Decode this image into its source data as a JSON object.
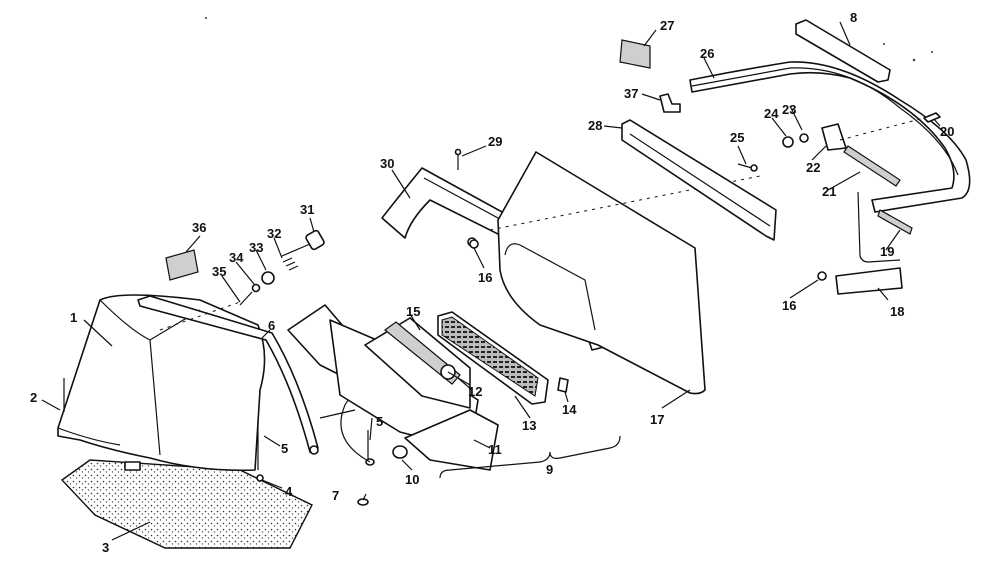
{
  "diagram": {
    "callouts": [
      {
        "id": "1",
        "text": "1"
      },
      {
        "id": "2",
        "text": "2"
      },
      {
        "id": "3",
        "text": "3"
      },
      {
        "id": "4",
        "text": "4"
      },
      {
        "id": "5a",
        "text": "5"
      },
      {
        "id": "5b",
        "text": "5"
      },
      {
        "id": "6",
        "text": "6"
      },
      {
        "id": "7",
        "text": "7"
      },
      {
        "id": "8",
        "text": "8"
      },
      {
        "id": "9",
        "text": "9"
      },
      {
        "id": "10",
        "text": "10"
      },
      {
        "id": "11",
        "text": "11"
      },
      {
        "id": "12",
        "text": "12"
      },
      {
        "id": "13",
        "text": "13"
      },
      {
        "id": "14",
        "text": "14"
      },
      {
        "id": "15",
        "text": "15"
      },
      {
        "id": "16a",
        "text": "16"
      },
      {
        "id": "16b",
        "text": "16"
      },
      {
        "id": "17",
        "text": "17"
      },
      {
        "id": "18",
        "text": "18"
      },
      {
        "id": "19",
        "text": "19"
      },
      {
        "id": "20",
        "text": "20"
      },
      {
        "id": "21",
        "text": "21"
      },
      {
        "id": "22",
        "text": "22"
      },
      {
        "id": "23",
        "text": "23"
      },
      {
        "id": "24",
        "text": "24"
      },
      {
        "id": "25",
        "text": "25"
      },
      {
        "id": "26",
        "text": "26"
      },
      {
        "id": "27",
        "text": "27"
      },
      {
        "id": "28",
        "text": "28"
      },
      {
        "id": "29",
        "text": "29"
      },
      {
        "id": "30",
        "text": "30"
      },
      {
        "id": "31",
        "text": "31"
      },
      {
        "id": "32",
        "text": "32"
      },
      {
        "id": "33",
        "text": "33"
      },
      {
        "id": "34",
        "text": "34"
      },
      {
        "id": "35",
        "text": "35"
      },
      {
        "id": "36",
        "text": "36"
      },
      {
        "id": "37",
        "text": "37"
      }
    ]
  }
}
